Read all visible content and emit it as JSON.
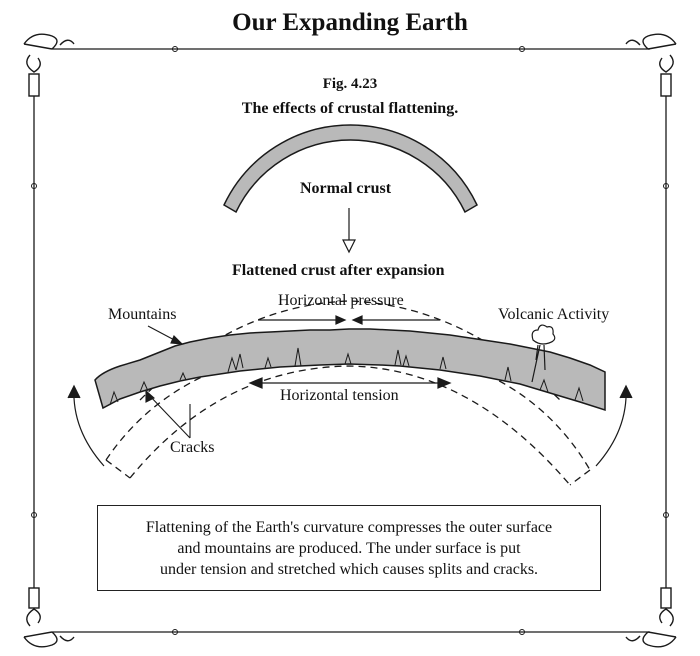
{
  "title": "Our Expanding Earth",
  "figure": {
    "number": "Fig. 4.23",
    "caption": "The effects of crustal flattening."
  },
  "labels": {
    "normal_crust": "Normal crust",
    "flattened_crust": "Flattened crust after expansion",
    "mountains": "Mountains",
    "horizontal_pressure": "Horizontal pressure",
    "volcanic_activity": "Volcanic Activity",
    "horizontal_tension": "Horizontal tension",
    "cracks": "Cracks"
  },
  "note": {
    "lines": [
      "Flattening of the Earth's curvature compresses the outer surface",
      "and mountains are produced. The under surface is put",
      "under tension and stretched which causes splits and cracks."
    ]
  },
  "colors": {
    "crust_fill": "#b9b9b9",
    "ink": "#1a1a1a",
    "paper": "#ffffff"
  }
}
